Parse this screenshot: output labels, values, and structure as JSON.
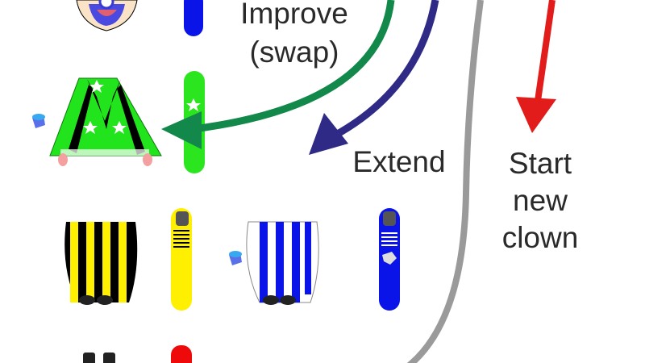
{
  "labels": {
    "improve": "Improve",
    "swap": "(swap)",
    "extend": "Extend",
    "start": "Start",
    "new": "new",
    "clown": "clown"
  },
  "colors": {
    "improve_arrow": "#12884a",
    "extend_arrow": "#2e2a85",
    "divider": "#9a9a9a",
    "start_arrow": "#e21b1b"
  }
}
